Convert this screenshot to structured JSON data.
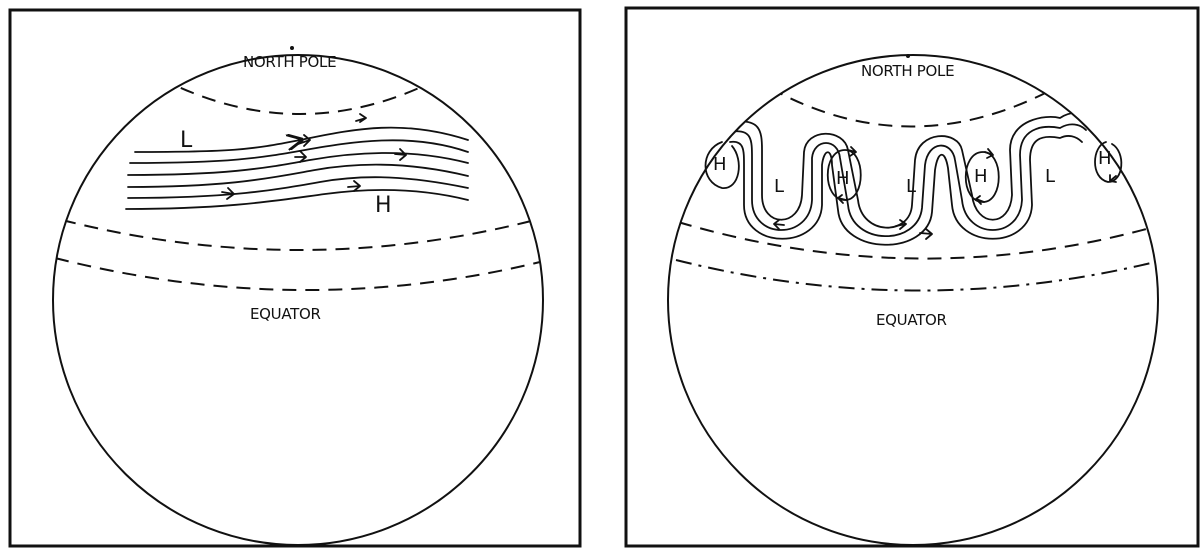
{
  "panels": [
    {
      "north_pole_label": "NORTH POLE",
      "equator_label": "EQUATOR",
      "low_label": "L",
      "high_label": "H"
    },
    {
      "north_pole_label": "NORTH POLE",
      "equator_label": "EQUATOR",
      "low_labels": [
        "L",
        "L",
        "L"
      ],
      "high_labels": [
        "H",
        "H",
        "H",
        "H"
      ]
    }
  ]
}
